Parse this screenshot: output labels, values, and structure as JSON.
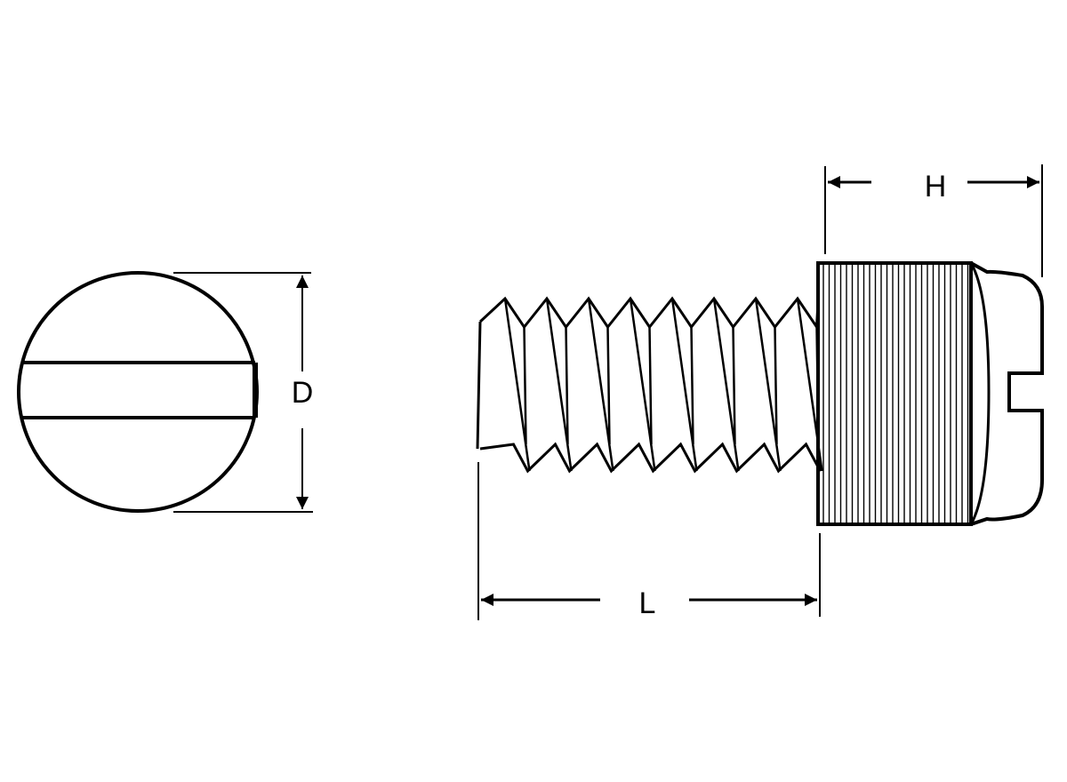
{
  "dimensions": {
    "diameter_label": "D",
    "head_height_label": "H",
    "length_label": "L"
  },
  "colors": {
    "line": "#000000",
    "background": "#ffffff"
  }
}
